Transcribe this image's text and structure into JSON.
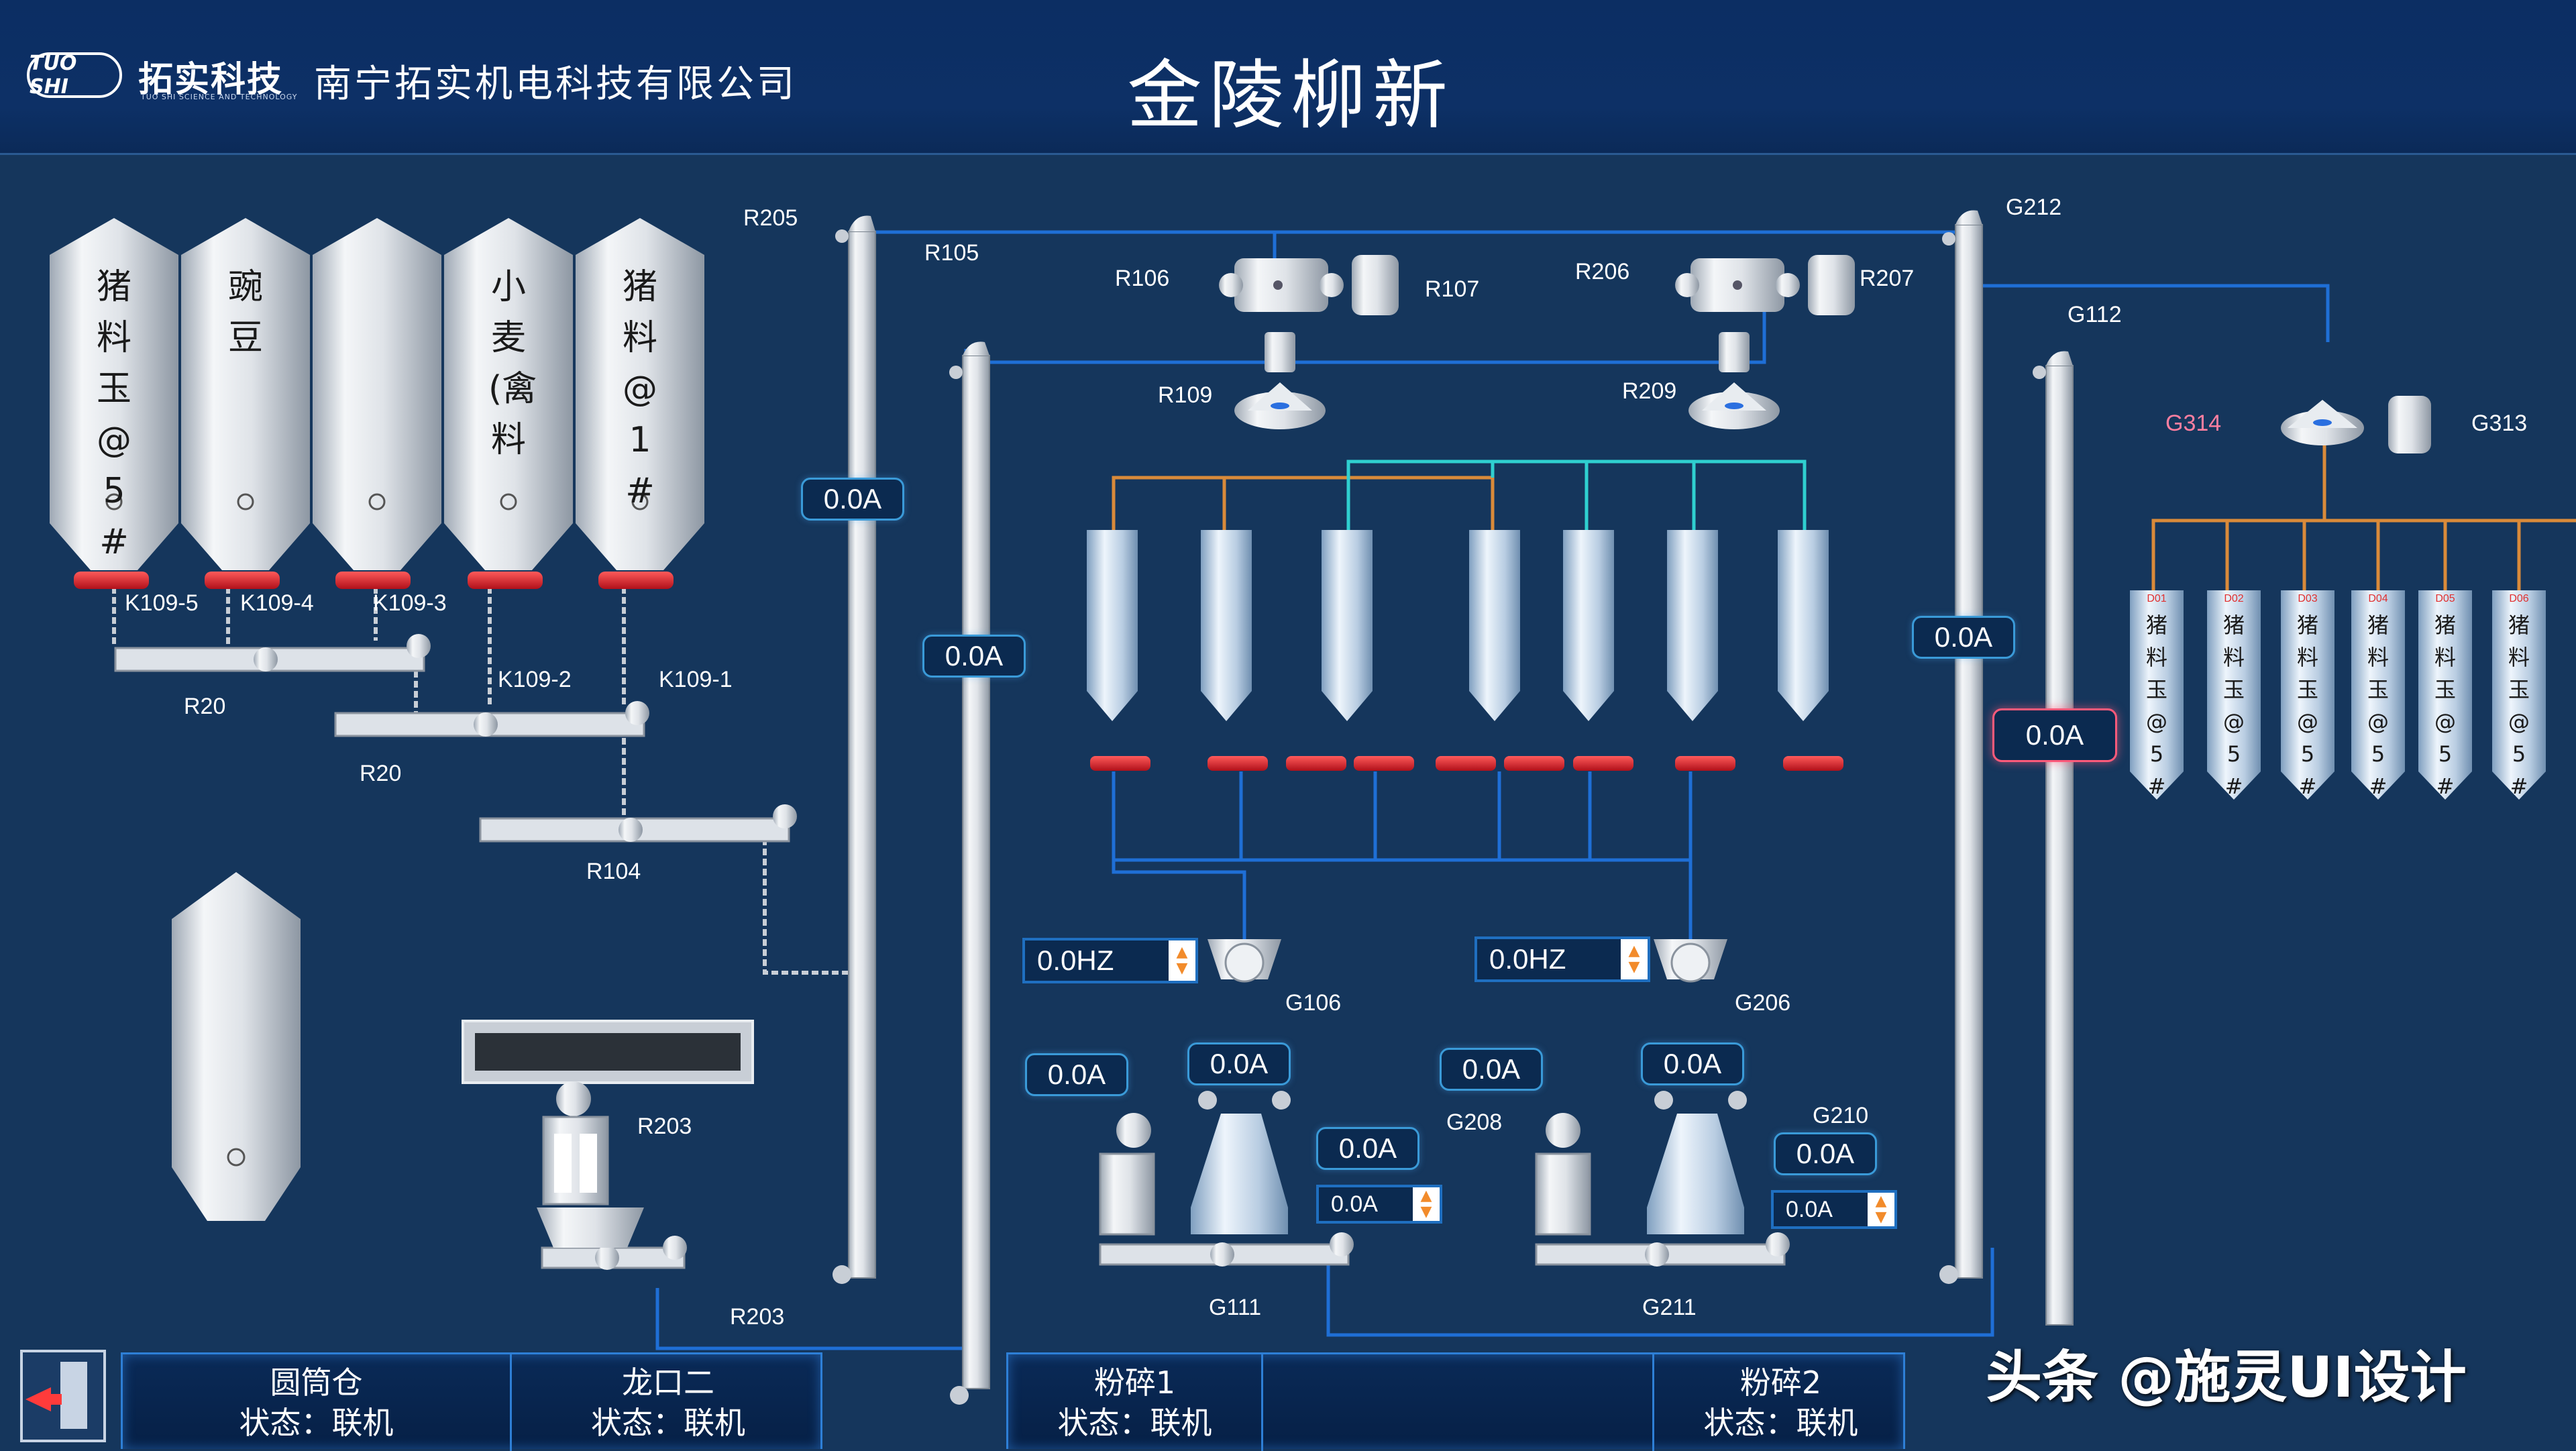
{
  "header": {
    "logo_badge": "TUO SHI",
    "logo_cn": "拓实科技",
    "logo_en": "TUO SHI SCIENCE AND TECHNOLOGY",
    "company": "南宁拓实机电科技有限公司",
    "title": "金陵柳新"
  },
  "silos": [
    {
      "text": "猪料玉@5#"
    },
    {
      "text": "豌豆"
    },
    {
      "text": ""
    },
    {
      "text": "小麦(禽料"
    },
    {
      "text": "猪料@1#"
    }
  ],
  "small_silos": [
    {
      "code": "D01",
      "text": "猪料玉@5#"
    },
    {
      "code": "D02",
      "text": "猪料玉@5#"
    },
    {
      "code": "D03",
      "text": "猪料玉@5#"
    },
    {
      "code": "D04",
      "text": "猪料玉@5#"
    },
    {
      "code": "D05",
      "text": "猪料玉@5#"
    },
    {
      "code": "D06",
      "text": "猪料玉@5#"
    }
  ],
  "labels": {
    "k109_5": "K109-5",
    "k109_4": "K109-4",
    "k109_3": "K109-3",
    "k109_2": "K109-2",
    "k109_1": "K109-1",
    "r20_a": "R20",
    "r20_b": "R20",
    "r104": "R104",
    "r205": "R205",
    "r105": "R105",
    "r106": "R106",
    "r107": "R107",
    "r109": "R109",
    "r206": "R206",
    "r207": "R207",
    "r209": "R209",
    "r203_a": "R203",
    "r203_b": "R203",
    "g212": "G212",
    "g112": "G112",
    "g314": "G314",
    "g313": "G313",
    "g106": "G106",
    "g206": "G206",
    "g208": "G208",
    "g210": "G210",
    "g111": "G111",
    "g211": "G211"
  },
  "readouts": {
    "r205_current": "0.0A",
    "r105_current": "0.0A",
    "g212_current": "0.0A",
    "g112_current": "0.0A",
    "g106_freq": "0.0HZ",
    "g206_freq": "0.0HZ",
    "mill1_fan": "0.0A",
    "mill1_main": "0.0A",
    "mill1_aux": "0.0A",
    "mill1_setpoint": "0.0A",
    "mill2_fan": "0.0A",
    "mill2_main": "0.0A",
    "g210_current": "0.0A",
    "mill2_setpoint": "0.0A"
  },
  "status_bar": {
    "silo_name": "圆筒仓",
    "silo_state": "状态：联机",
    "dragon2_name": "龙口二",
    "dragon2_state": "状态：联机",
    "mill1_name": "粉碎1",
    "mill1_state": "状态：联机",
    "mill2_name": "粉碎2",
    "mill2_state": "状态：联机"
  },
  "watermark": "头条 @施灵UI设计",
  "colors": {
    "background": "#15365c",
    "header": "#0c2e63",
    "pipe_blue": "#1f6fd6",
    "pipe_orange": "#d98a3a",
    "pipe_cyan": "#2fd0d0",
    "valve_red": "#e0202a",
    "readout_border": "#3a9ad8",
    "alarm_border": "#ff5a7a"
  }
}
